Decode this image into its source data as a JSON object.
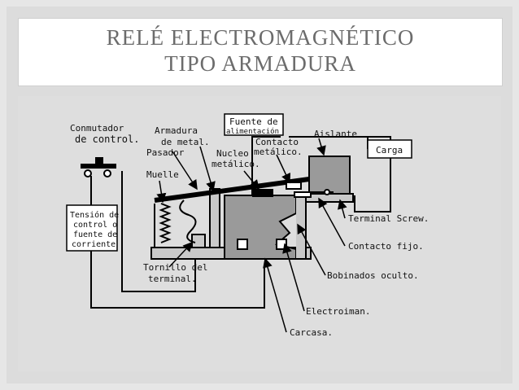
{
  "slide": {
    "title_line1": "RELÉ ELECTROMAGNÉTICO",
    "title_line2": "TIPO ARMADURA"
  },
  "diagram": {
    "labels": {
      "conmutador_1": "Conmutador",
      "conmutador_2": "de control.",
      "armadura_1": "Armadura",
      "armadura_2": "de metal.",
      "pasador": "Pasador",
      "muelle": "Muelle",
      "fuente_1": "Fuente de",
      "fuente_2": "alimentación",
      "nucleo_1": "Nucleo",
      "nucleo_2": "metálico.",
      "contacto_1": "Contacto",
      "contacto_2": "metálico.",
      "aislante": "Aislante",
      "carga": "Carga",
      "tension_1": "Tensión de",
      "tension_2": "control o",
      "tension_3": "fuente de",
      "tension_4": "corriente",
      "terminal_screw": "Terminal Screw.",
      "contacto_fijo": "Contacto fijo.",
      "bobinados": "Bobinados oculto.",
      "tornillo_1": "Tornillo del",
      "tornillo_2": "terminal.",
      "electroiman": "Electroiman.",
      "carcasa": "Carcasa."
    }
  }
}
